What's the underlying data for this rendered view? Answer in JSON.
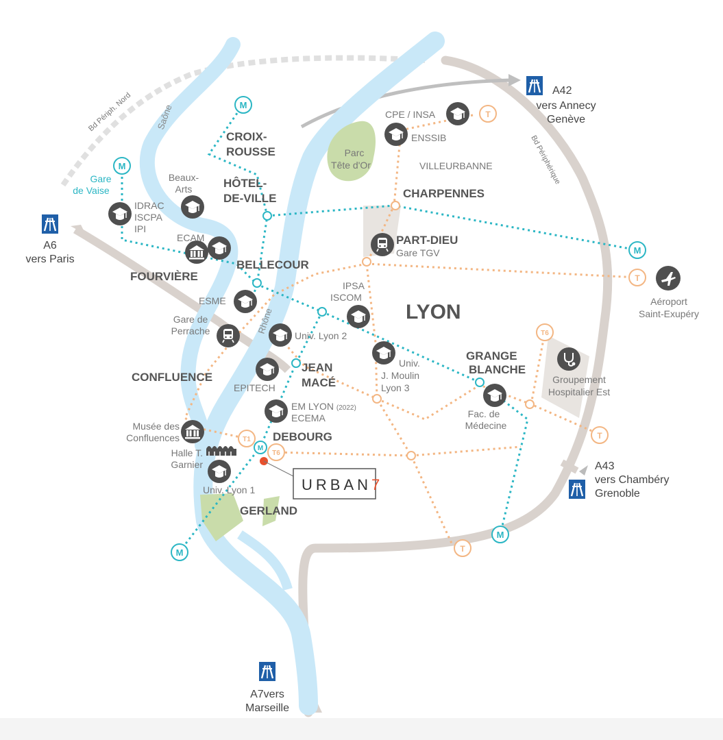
{
  "city": "LYON",
  "districts": {
    "croix_rousse": [
      "CROIX-",
      "ROUSSE"
    ],
    "hotel_de_ville": [
      "HÔTEL-",
      "DE-VILLE"
    ],
    "bellecour": "BELLECOUR",
    "fourviere": "FOURVIÈRE",
    "charpennes": "CHARPENNES",
    "part_dieu": "PART-DIEU",
    "part_dieu_sub": "Gare TGV",
    "villeurbanne": "VILLEURBANNE",
    "confluence": "CONFLUENCE",
    "jean_mace": [
      "JEAN",
      "MACÉ"
    ],
    "debourg": "DEBOURG",
    "gerland": "GERLAND",
    "grange_blanche": [
      "GRANGE",
      "BLANCHE"
    ]
  },
  "park": [
    "Parc",
    "Tête d'Or"
  ],
  "rivers": {
    "saone": "Saône",
    "rhone": "Rhône"
  },
  "roads": {
    "periph_nord": "Bd Périph. Nord",
    "periph": "Bd Périphérique",
    "a6": [
      "A6",
      "vers Paris"
    ],
    "a42": [
      "A42",
      "vers Annecy",
      "Genève"
    ],
    "a43": [
      "A43",
      "vers Chambéry",
      "Grenoble"
    ],
    "a7": [
      "A7vers",
      "Marseille"
    ]
  },
  "places": {
    "gare_vaise": [
      "Gare",
      "de Vaise"
    ],
    "beaux_arts": [
      "Beaux-",
      "Arts"
    ],
    "idrac": [
      "IDRAC",
      "ISCPA",
      "IPI"
    ],
    "ecam": "ECAM",
    "esme": "ESME",
    "gare_perrache": [
      "Gare de",
      "Perrache"
    ],
    "univ_lyon2": "Univ. Lyon 2",
    "ipsa": [
      "IPSA",
      "ISCOM"
    ],
    "epitech": "EPITECH",
    "emlyon": "EM LYON",
    "emlyon_year": "(2022)",
    "ecema": "ECEMA",
    "musee": [
      "Musée des",
      "Confluences"
    ],
    "halle": [
      "Halle T.",
      "Garnier"
    ],
    "univ_lyon1": "Univ. Lyon 1",
    "univ_lyon3": [
      "Univ.",
      "J. Moulin",
      "Lyon 3"
    ],
    "fac_medecine": [
      "Fac. de",
      "Médecine"
    ],
    "hospital": [
      "Groupement",
      "Hospitalier Est"
    ],
    "airport": [
      "Aéroport",
      "Saint-Exupéry"
    ],
    "cpe_insa": "CPE / INSA",
    "enssib": "ENSSIB"
  },
  "badges": {
    "metro": "M",
    "tram": "T",
    "t1": "T1",
    "t6": "T6"
  },
  "brand": {
    "name": "URBAN",
    "digit": "7"
  },
  "colors": {
    "metro": "#2bb6c4",
    "tram": "#f3b683",
    "river": "#c9e8f8",
    "road": "#d9d2cd",
    "park": "#c9dcaa",
    "icon": "#4f4f4f",
    "motorway": "#1f5fa8",
    "highlight": "#e8502c"
  },
  "icons": {
    "school": "graduation-cap-icon",
    "train": "train-icon",
    "museum": "museum-icon",
    "hall": "halle-garnier-icon",
    "airport": "plane-icon",
    "hospital": "stethoscope-icon",
    "motorway": "motorway-icon"
  }
}
